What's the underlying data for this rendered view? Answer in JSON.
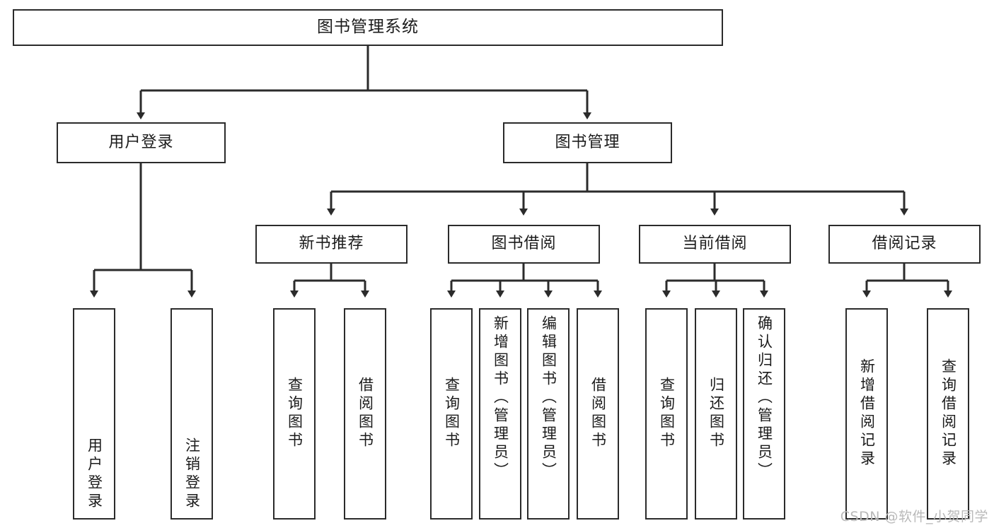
{
  "diagram": {
    "title": "图书管理系统",
    "type": "tree",
    "colors": {
      "box_border": "#2b2b2b",
      "box_fill": "#ffffff",
      "connector": "#2b2b2b",
      "text": "#1b1b1b",
      "watermark": "#b9b9b9"
    },
    "root": {
      "label": "图书管理系统"
    },
    "level2": [
      {
        "id": "user-login",
        "label": "用户登录"
      },
      {
        "id": "book-manage",
        "label": "图书管理"
      }
    ],
    "level3": [
      {
        "id": "new-book-recommend",
        "label": "新书推荐"
      },
      {
        "id": "book-borrow",
        "label": "图书借阅"
      },
      {
        "id": "current-borrow",
        "label": "当前借阅"
      },
      {
        "id": "borrow-record",
        "label": "借阅记录"
      }
    ],
    "leaves": {
      "user_login": [
        {
          "id": "leaf-user-login",
          "label": "用户登录"
        },
        {
          "id": "leaf-logout",
          "label": "注销登录"
        }
      ],
      "new_book_recommend": [
        {
          "id": "leaf-query-book-1",
          "label": "查询图书"
        },
        {
          "id": "leaf-borrow-book-1",
          "label": "借阅图书"
        }
      ],
      "book_borrow": [
        {
          "id": "leaf-query-book-2",
          "label": "查询图书"
        },
        {
          "id": "leaf-add-book",
          "label": "新增图书（管理员）"
        },
        {
          "id": "leaf-edit-book",
          "label": "编辑图书（管理员）"
        },
        {
          "id": "leaf-borrow-book-2",
          "label": "借阅图书"
        }
      ],
      "current_borrow": [
        {
          "id": "leaf-query-book-3",
          "label": "查询图书"
        },
        {
          "id": "leaf-return-book",
          "label": "归还图书"
        },
        {
          "id": "leaf-confirm-return",
          "label": "确认归还（管理员）"
        }
      ],
      "borrow_record": [
        {
          "id": "leaf-add-record",
          "label": "新增借阅记录"
        },
        {
          "id": "leaf-query-record",
          "label": "查询借阅记录"
        }
      ]
    }
  },
  "watermark": {
    "text": "CSDN @软件_小贺同学"
  }
}
